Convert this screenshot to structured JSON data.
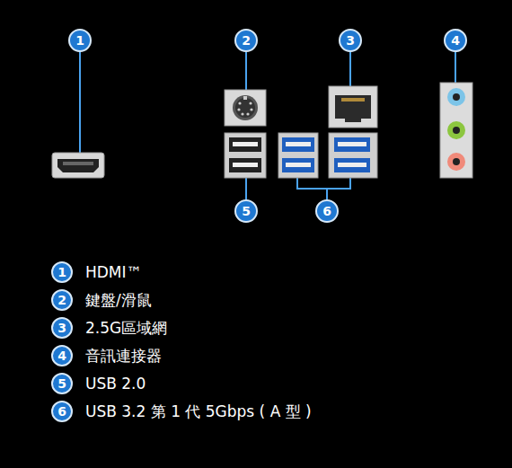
{
  "diagram": {
    "labels": [
      "1",
      "2",
      "3",
      "4",
      "5",
      "6",
      "1",
      "HDMI™",
      "2",
      "鍵盤/滑鼠",
      "3",
      "2.5G區域網",
      "4",
      "音訊連接器",
      "5",
      "USB 2.0",
      "6",
      "USB 3.2 第 1 代 5Gbps ( A 型 )"
    ]
  }
}
